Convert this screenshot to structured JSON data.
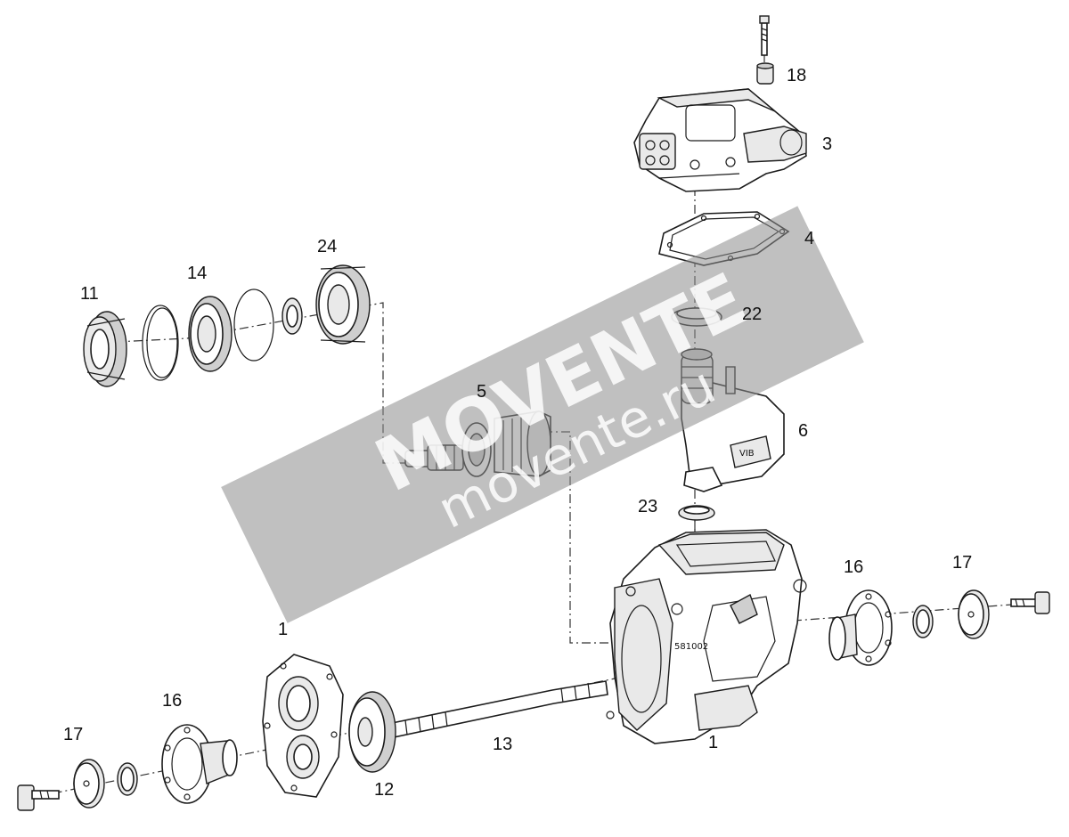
{
  "callouts": [
    {
      "id": "c18",
      "text": "18"
    },
    {
      "id": "c3",
      "text": "3"
    },
    {
      "id": "c4",
      "text": "4"
    },
    {
      "id": "c24",
      "text": "24"
    },
    {
      "id": "c14",
      "text": "14"
    },
    {
      "id": "c11",
      "text": "11"
    },
    {
      "id": "c22",
      "text": "22"
    },
    {
      "id": "c5",
      "text": "5"
    },
    {
      "id": "c6",
      "text": "6"
    },
    {
      "id": "c23",
      "text": "23"
    },
    {
      "id": "c16r",
      "text": "16"
    },
    {
      "id": "c17r",
      "text": "17"
    },
    {
      "id": "c1t",
      "text": "1"
    },
    {
      "id": "c16l",
      "text": "16"
    },
    {
      "id": "c17l",
      "text": "17"
    },
    {
      "id": "c13",
      "text": "13"
    },
    {
      "id": "c1b",
      "text": "1"
    },
    {
      "id": "c12",
      "text": "12"
    }
  ],
  "housing_marking": "581002",
  "watermark": {
    "brand": "MOVENTE",
    "domain": "movente.ru"
  }
}
